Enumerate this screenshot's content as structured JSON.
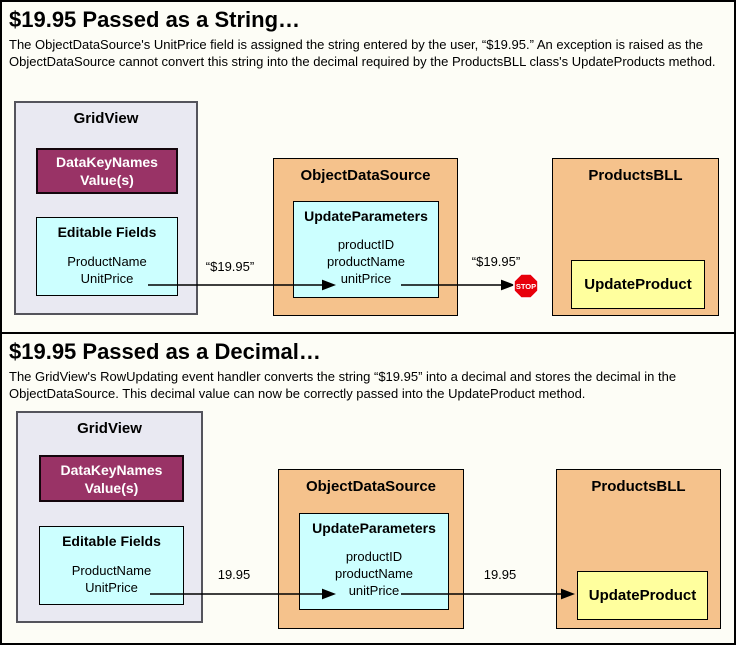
{
  "colors": {
    "panel_bg": "#fdfdf6",
    "gridview_bg": "#e9e9f2",
    "gridview_border": "#54545c",
    "magenta": "#993366",
    "cyan": "#ccffff",
    "orange": "#f5c28c",
    "yellow": "#ffff9e",
    "stop_red": "#e8000b"
  },
  "panels": [
    {
      "title": "$19.95 Passed as a String…",
      "description": "The ObjectDataSource's UnitPrice field is assigned the string entered by the user, “$19.95.” An exception is raised as the ObjectDataSource cannot convert this string into the decimal required by the ProductsBLL class's UpdateProducts method.",
      "gridview": {
        "title": "GridView",
        "datakeynames_line1": "DataKeyNames",
        "datakeynames_line2": "Value(s)",
        "editable_fields_title": "Editable Fields",
        "fields": [
          "ProductName",
          "UnitPrice"
        ]
      },
      "ods": {
        "title": "ObjectDataSource",
        "update_parameters_title": "UpdateParameters",
        "params": [
          "productID",
          "productName",
          "unitPrice"
        ]
      },
      "pbll": {
        "title": "ProductsBLL",
        "method": "UpdateProduct"
      },
      "arrow1_label": "“$19.95”",
      "arrow2_label": "“$19.95”",
      "stop_label": "STOP"
    },
    {
      "title": "$19.95 Passed as a Decimal…",
      "description": "The GridView's RowUpdating event handler converts the string “$19.95” into a decimal and stores the decimal in the ObjectDataSource. This decimal value can now be correctly passed into the UpdateProduct method.",
      "gridview": {
        "title": "GridView",
        "datakeynames_line1": "DataKeyNames",
        "datakeynames_line2": "Value(s)",
        "editable_fields_title": "Editable Fields",
        "fields": [
          "ProductName",
          "UnitPrice"
        ]
      },
      "ods": {
        "title": "ObjectDataSource",
        "update_parameters_title": "UpdateParameters",
        "params": [
          "productID",
          "productName",
          "unitPrice"
        ]
      },
      "pbll": {
        "title": "ProductsBLL",
        "method": "UpdateProduct"
      },
      "arrow1_label": "19.95",
      "arrow2_label": "19.95"
    }
  ]
}
